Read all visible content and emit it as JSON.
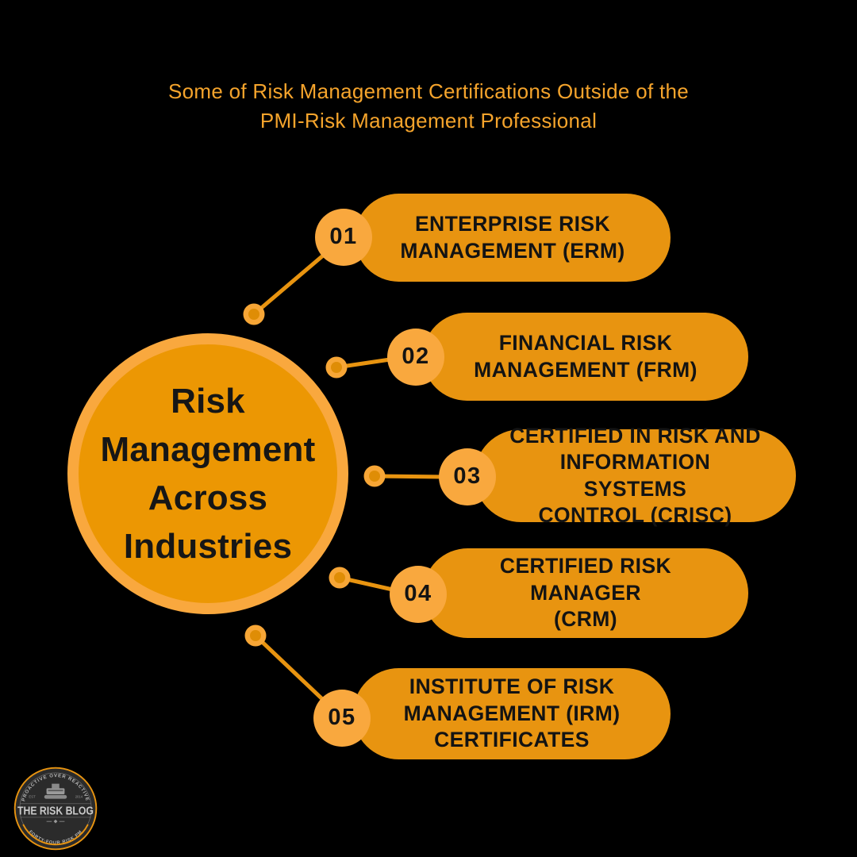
{
  "title": {
    "line1": "Some of Risk Management Certifications Outside of the",
    "line2": "PMI-Risk Management Professional"
  },
  "hub": {
    "lines": [
      "Risk",
      "Management",
      "Across",
      "Industries"
    ]
  },
  "items": [
    {
      "number": "01",
      "lines": [
        "ENTERPRISE RISK",
        "MANAGEMENT (ERM)"
      ]
    },
    {
      "number": "02",
      "lines": [
        "FINANCIAL RISK",
        "MANAGEMENT (FRM)"
      ]
    },
    {
      "number": "03",
      "lines": [
        "CERTIFIED IN RISK AND",
        "INFORMATION SYSTEMS",
        "CONTROL (CRISC)"
      ]
    },
    {
      "number": "04",
      "lines": [
        "CERTIFIED RISK MANAGER",
        "(CRM)"
      ]
    },
    {
      "number": "05",
      "lines": [
        "INSTITUTE OF RISK",
        "MANAGEMENT (IRM)",
        "CERTIFICATES"
      ]
    }
  ],
  "logo": {
    "arc_top": "PROACTIVE OVER REACTIVE",
    "est": "EST",
    "year": "2014",
    "name": "THE RISK BLOG",
    "arc_bottom": "FORTY-FOUR RISK PM"
  },
  "colors": {
    "background": "#000000",
    "title_text": "#F5A42C",
    "pill_fill": "#E89410",
    "number_circle_fill": "#F9A83E",
    "hub_ring": "#F9A83E",
    "hub_fill": "#EC9703",
    "connector_line": "#E89410",
    "dot_outer": "#F7A636",
    "dot_inner": "#DF8D06",
    "dark_text": "#131313",
    "badge_bg": "#2B2B2B",
    "badge_text": "#C6C6C6",
    "badge_accent": "#E89410"
  }
}
